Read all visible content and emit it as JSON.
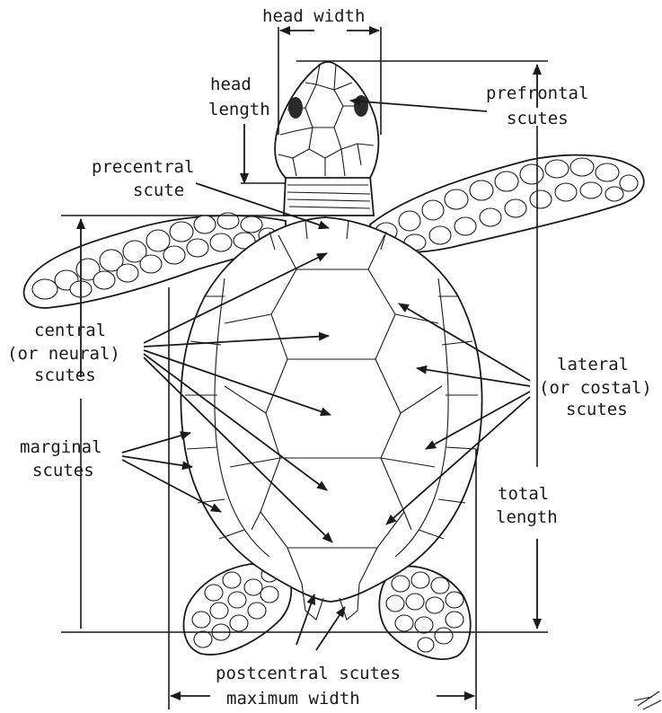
{
  "labels": {
    "head_width": "head width",
    "head_length_1": "head",
    "head_length_2": "length",
    "prefrontal_1": "prefrontal",
    "prefrontal_2": "scutes",
    "precentral_1": "precentral",
    "precentral_2": "scute",
    "central_1": "central",
    "central_2": "(or neural)",
    "central_3": "scutes",
    "lateral_1": "lateral",
    "lateral_2": "(or costal)",
    "lateral_3": "scutes",
    "marginal_1": "marginal",
    "marginal_2": "scutes",
    "total_length_1": "total",
    "total_length_2": "length",
    "postcentral": "postcentral scutes",
    "maximum_width": "maximum width"
  },
  "colors": {
    "ink": "#1a1a1a",
    "paper": "#ffffff"
  }
}
